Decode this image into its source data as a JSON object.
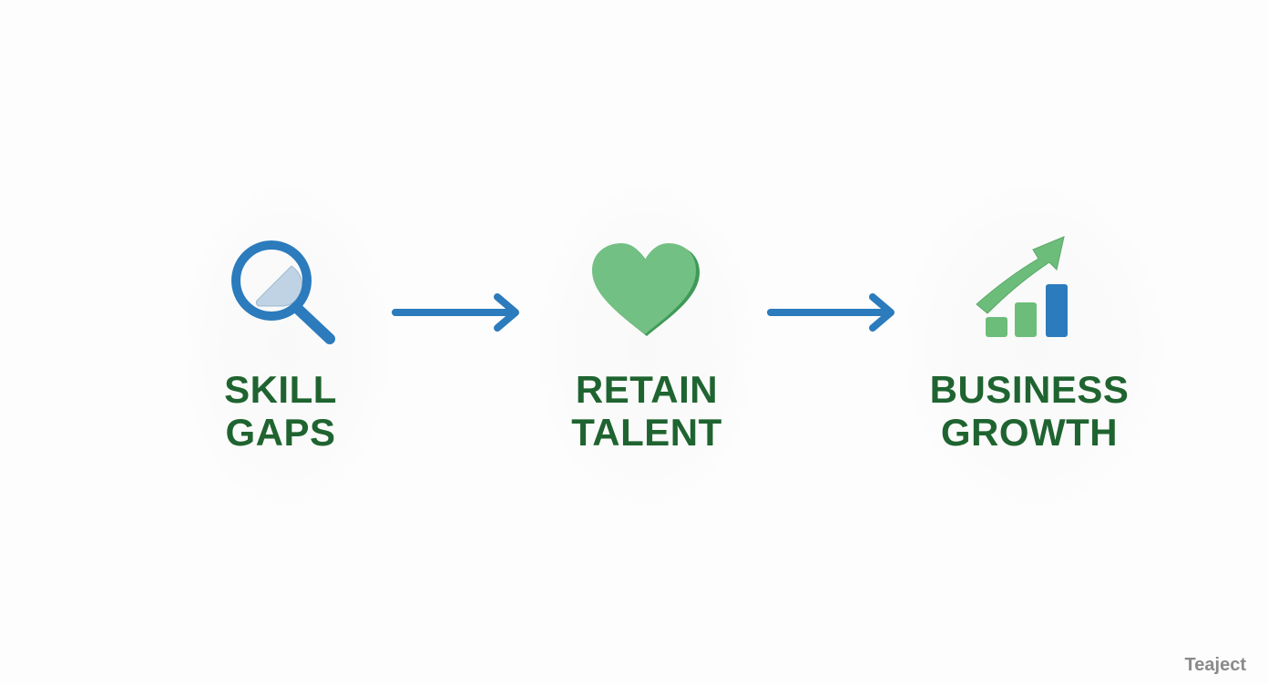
{
  "steps": [
    {
      "icon": "magnifying-glass-icon",
      "line1": "SKILL",
      "line2": "GAPS"
    },
    {
      "icon": "heart-icon",
      "line1": "RETAIN",
      "line2": "TALENT"
    },
    {
      "icon": "growth-chart-icon",
      "line1": "BUSINESS",
      "line2": "GROWTH"
    }
  ],
  "connectors": [
    "arrow-right-icon",
    "arrow-right-icon"
  ],
  "colors": {
    "blue": "#2b7bbd",
    "green": "#6cbd7a",
    "text_green": "#1f6430"
  },
  "watermark": "Teaject"
}
